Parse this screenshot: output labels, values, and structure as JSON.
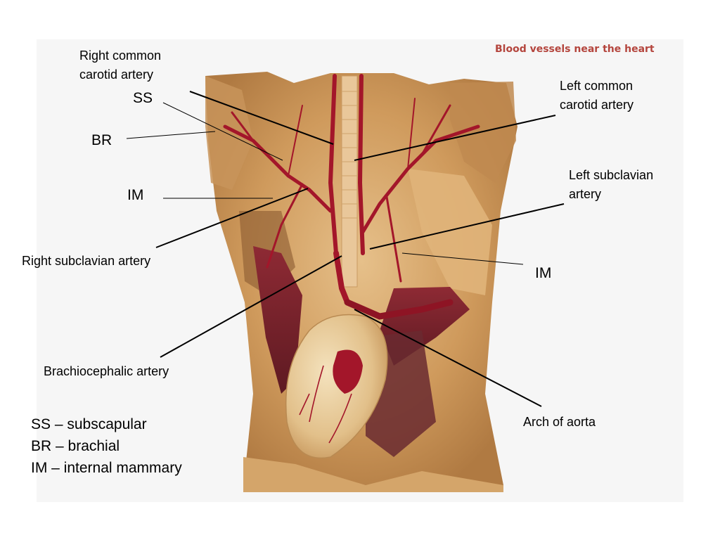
{
  "slide": {
    "photo_title": "Blood vessels near the heart"
  },
  "labels": {
    "right_common_carotid": [
      "Right common",
      "carotid artery"
    ],
    "ss": "SS",
    "br": "BR",
    "im_left": "IM",
    "right_subclavian": "Right subclavian artery",
    "brachiocephalic": "Brachiocephalic artery",
    "left_common_carotid": [
      "Left common",
      "carotid artery"
    ],
    "left_subclavian": [
      "Left subclavian",
      "artery"
    ],
    "im_right": "IM",
    "arch_of_aorta": "Arch of aorta"
  },
  "legend": [
    "SS – subscapular",
    "BR – brachial",
    "IM – internal mammary"
  ],
  "colors": {
    "tissue": "#d3a062",
    "tissue_light": "#e3bd85",
    "tissue_dark": "#a86e3a",
    "vessel": "#a3162a",
    "vessel_dark": "#6d0f1c",
    "heart": "#ecd3a6",
    "title_red": "#b4453d"
  }
}
